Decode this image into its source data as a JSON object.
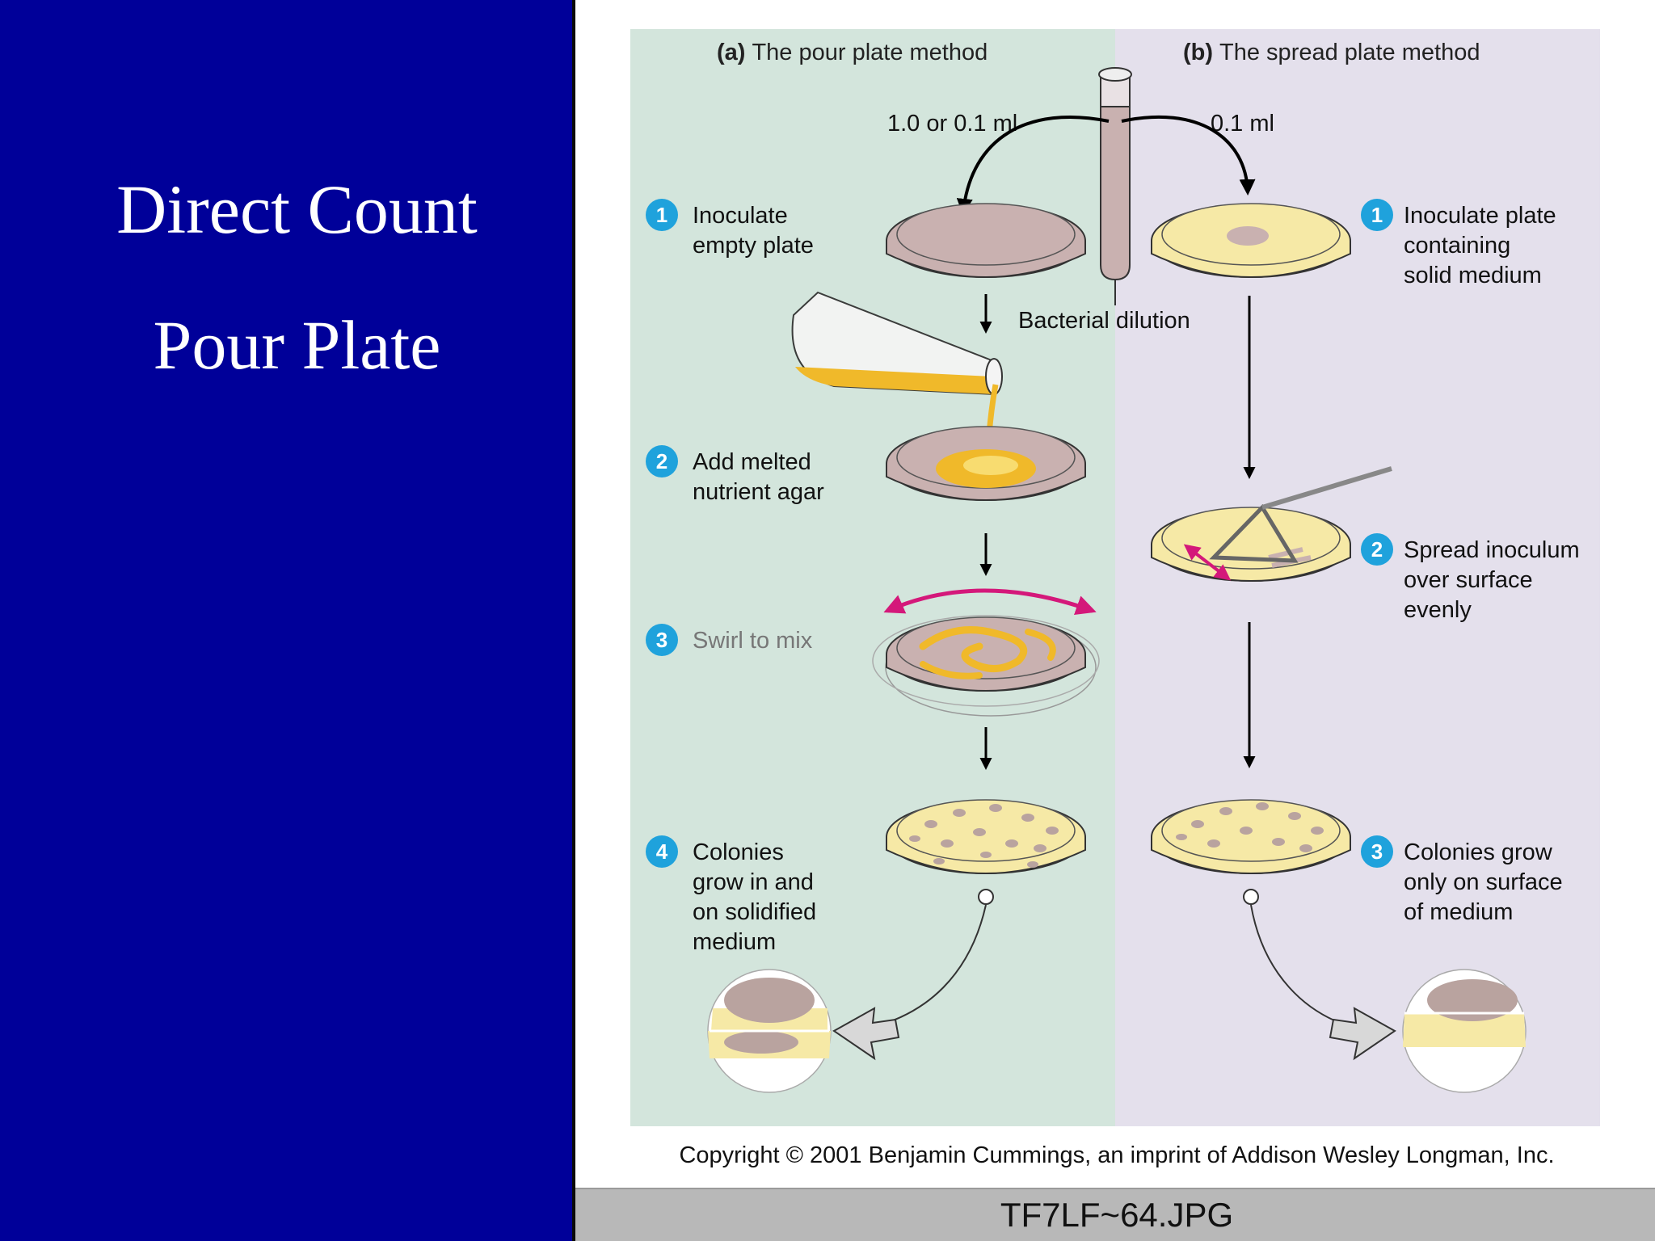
{
  "slide": {
    "title_line1": "Direct Count",
    "title_line2": "Pour Plate",
    "background_color": "#000099"
  },
  "figure": {
    "panel_a": {
      "letter": "(a)",
      "title": "The pour plate method",
      "volume": "1.0 or 0.1 ml",
      "steps": [
        {
          "number": "1",
          "lines": [
            "Inoculate",
            "empty plate"
          ]
        },
        {
          "number": "2",
          "lines": [
            "Add melted",
            "nutrient agar"
          ]
        },
        {
          "number": "3",
          "lines": [
            "Swirl to mix"
          ]
        },
        {
          "number": "4",
          "lines": [
            "Colonies",
            "grow in and",
            "on solidified",
            "medium"
          ]
        }
      ]
    },
    "panel_b": {
      "letter": "(b)",
      "title": "The spread plate method",
      "volume": "0.1 ml",
      "steps": [
        {
          "number": "1",
          "lines": [
            "Inoculate plate",
            "containing",
            "solid medium"
          ]
        },
        {
          "number": "2",
          "lines": [
            "Spread inoculum",
            "over surface",
            "evenly"
          ]
        },
        {
          "number": "3",
          "lines": [
            "Colonies grow",
            "only on surface",
            "of medium"
          ]
        }
      ]
    },
    "tube_label": "Bacterial dilution",
    "copyright": "Copyright © 2001 Benjamin Cummings, an imprint of Addison Wesley Longman, Inc.",
    "filename": "TF7LF~64.JPG",
    "colors": {
      "panel_a_bg": "#d3e5dc",
      "panel_b_bg": "#e4e0ec",
      "step_badge": "#1fa2dc",
      "agar": "#f6e9a6",
      "broth": "#c9b1b0",
      "pour_yellow": "#f0b92a",
      "swirl_arrow": "#d4187a"
    }
  }
}
